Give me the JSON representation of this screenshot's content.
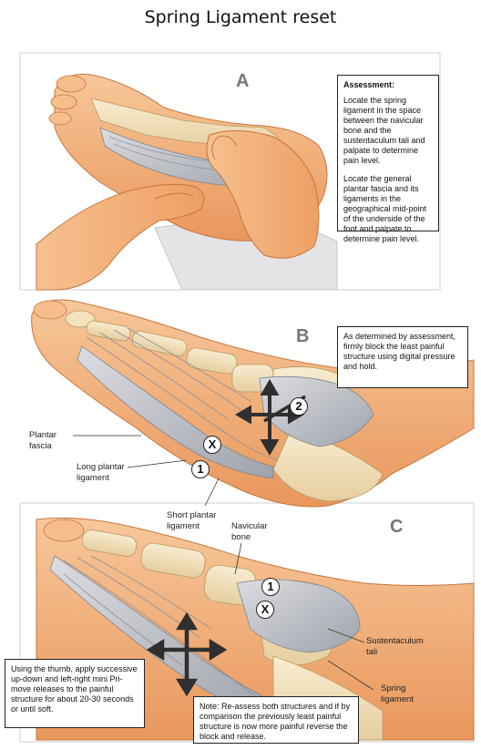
{
  "title": "Spring Ligament reset",
  "panels": {
    "a": {
      "letter": "A",
      "assessment_heading": "Assessment:",
      "assessment_p1": "Locate the spring ligament in the space between the navicular bone and the sustentaculum tali and palpate to determine pain level.",
      "assessment_p2": "Locate the general plantar fascia and its ligaments in the geographical mid-point of the underside of the foot and palpate to determine pain level."
    },
    "b": {
      "letter": "B",
      "instruction": "As determined by assessment, firmly block the least painful structure using digital pressure and hold.",
      "label_plantar_fascia": "Plantar\nfascia",
      "label_long_plantar": "Long plantar\nligament",
      "label_short_plantar": "Short plantar\nligament",
      "marker_2": "2",
      "marker_x": "X",
      "marker_1": "1"
    },
    "c": {
      "letter": "C",
      "label_navicular": "Navicular\nbone",
      "label_sustentaculum": "Sustentaculum\ntali",
      "label_spring": "Spring\nligament",
      "marker_1": "1",
      "marker_x": "X",
      "instruction_left": "Using the thumb, apply successive up-down and left-right mini Pri-move releases to the painful structure for about 20-30 seconds or until soft.",
      "note": "Note: Re-assess both structures and if by comparison the previously least painful structure is now more painful reverse the block and release."
    }
  },
  "colors": {
    "skin": "#f3b27c",
    "skin_shadow": "#e08f55",
    "bone": "#f3e2bd",
    "ligament": "#b9bcc3",
    "arrow": "#3a3a3a"
  }
}
